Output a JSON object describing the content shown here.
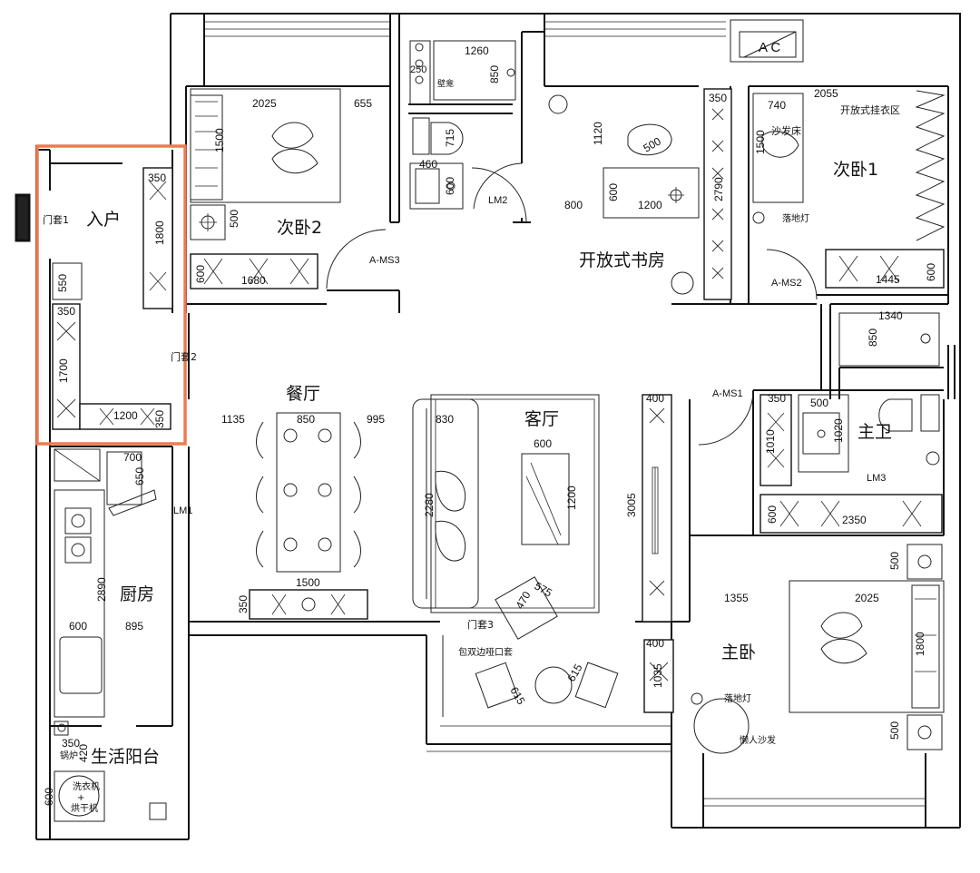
{
  "rooms": {
    "entry": "入户",
    "bedroom2": "次卧2",
    "study": "开放式书房",
    "bedroom1": "次卧1",
    "dining": "餐厅",
    "living": "客厅",
    "master_bath": "主卫",
    "kitchen": "厨房",
    "master_bedroom": "主卧",
    "balcony": "生活阳台"
  },
  "doors": {
    "men1": "门套1",
    "men2": "门套2",
    "men3": "门套3",
    "ams3": "A-MS3",
    "ams2": "A-MS2",
    "ams1": "A-MS1",
    "lm1": "LM1",
    "lm2": "LM2",
    "lm3": "LM3"
  },
  "notes": {
    "ac": "A C",
    "bidet": "壁龛",
    "sofa_bed": "沙发床",
    "wardrobe": "开放式挂衣区",
    "floor_lamp_1": "落地灯",
    "floor_lamp_2": "落地灯",
    "lazy_sofa": "懒人沙发",
    "double_trim": "包双边哑口套",
    "boiler": "锅炉",
    "washer": "洗衣机",
    "plus": "+",
    "dryer": "烘干机"
  },
  "dims": {
    "d1260": "1260",
    "d250": "250",
    "d850a": "850",
    "d2025a": "2025",
    "d655": "655",
    "d1120": "1120",
    "d350a": "350",
    "d740": "740",
    "d2055": "2055",
    "d715": "715",
    "d1500a": "1500",
    "d500a": "500",
    "d1500b": "1500",
    "d460": "460",
    "d600a": "600",
    "d800": "800",
    "d600b": "600",
    "d1200a": "1200",
    "d2790": "2790",
    "d350b": "350",
    "d1800a": "1800",
    "d500b": "500",
    "d600c": "600",
    "d1680": "1680",
    "d1445": "1445",
    "d600d": "600",
    "d1340": "1340",
    "d850b": "850",
    "d550": "550",
    "d350c": "350",
    "d1700": "1700",
    "d1200b": "1200",
    "d350d": "350",
    "d1135": "1135",
    "d850c": "850",
    "d995": "995",
    "d830": "830",
    "d600e": "600",
    "d400a": "400",
    "d350e": "350",
    "d500c": "500",
    "d1010": "1010",
    "d1020": "1020",
    "d700": "700",
    "d650": "650",
    "d2280": "2280",
    "d1200c": "1200",
    "d3005": "3005",
    "d600f": "600",
    "d2350": "2350",
    "d2890": "2890",
    "d500d": "500",
    "d1500c": "1500",
    "d470": "470",
    "d575": "575",
    "d1355": "1355",
    "d2025b": "2025",
    "d350f": "350",
    "d600g": "600",
    "d895": "895",
    "d1800b": "1800",
    "d400b": "400",
    "d1035": "1035",
    "d615a": "615",
    "d615b": "615",
    "d350g": "350",
    "d420": "420",
    "d600h": "600",
    "d500e": "500"
  },
  "colors": {
    "highlight": "#ef7a50",
    "line": "#111111"
  }
}
